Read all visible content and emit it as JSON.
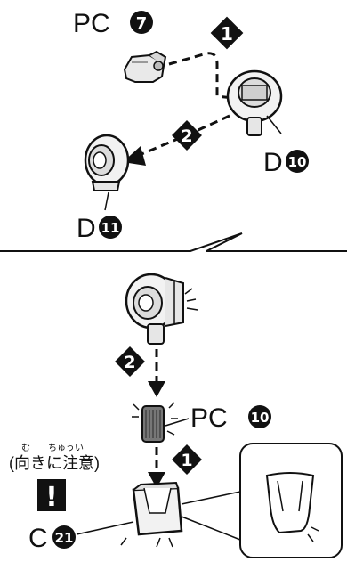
{
  "labels": {
    "pc7_prefix": "PC",
    "pc7_num": "7",
    "d10_prefix": "D",
    "d10_num": "10",
    "d11_prefix": "D",
    "d11_num": "11",
    "pc10_prefix": "PC",
    "pc10_num": "10",
    "c21_prefix": "C",
    "c21_num": "21"
  },
  "steps": {
    "top_step1": "1",
    "top_step2": "2",
    "bottom_step2": "2",
    "bottom_step1": "1"
  },
  "caution": {
    "ruby": "む　　ちゅうい",
    "text": "(向きに注意)",
    "mark": "!"
  },
  "icons": [
    "pc7-part-icon",
    "d10-part-icon",
    "d11-part-icon",
    "hinge-assembly-icon",
    "pc10-part-icon",
    "c21-part-icon",
    "detail-view-icon"
  ]
}
